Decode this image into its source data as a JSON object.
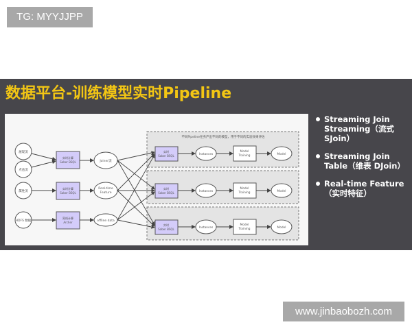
{
  "watermarks": {
    "top_left": "TG: MYYJJPP",
    "bottom_right": "www.jinbaobozh.com"
  },
  "slide": {
    "title": "数据平台-训练模型实时Pipeline",
    "title_color": "#f3c614",
    "background": "#47464b",
    "bullets": [
      "Streaming Join Streaming（流式SJoin）",
      "Streaming Join Table（维表 DJoin）",
      "Real-time Feature（实时特征）"
    ]
  },
  "diagram": {
    "sources": [
      {
        "label": "展现流"
      },
      {
        "label": "点击流"
      },
      {
        "label": "属性流"
      },
      {
        "label": "HDFS 数据"
      }
    ],
    "processors": [
      {
        "line1": "实时计算",
        "line2": "Saber BSQL"
      },
      {
        "line1": "实时计算",
        "line2": "Saber BSQL"
      },
      {
        "line1": "离线计算",
        "line2": "Archer"
      }
    ],
    "intermediates": [
      {
        "line1": "Joiner流",
        "line2": ""
      },
      {
        "line1": "Real-time",
        "line2": "Feature"
      },
      {
        "line1": "offline data",
        "line2": ""
      }
    ],
    "pipeline_note": "不同Pipeline任务产出不同的模型，用于不同的实验效果评估",
    "pipelines": [
      {
        "proc_line1": "实时",
        "proc_line2": "Saber BSQL",
        "instances": "Instances",
        "training_line1": "Model",
        "training_line2": "Training",
        "model": "Model"
      },
      {
        "proc_line1": "实时",
        "proc_line2": "Saber BSQL",
        "instances": "Instances",
        "training_line1": "Model",
        "training_line2": "Training",
        "model": "Model"
      },
      {
        "proc_line1": "实时",
        "proc_line2": "Saber BSQL",
        "instances": "Instances",
        "training_line1": "Model",
        "training_line2": "Training",
        "model": "Model"
      }
    ],
    "colors": {
      "processor_fill": "#d4ccfa",
      "processor_stroke": "#555555",
      "group_fill": "#e4e4e4",
      "line": "#444444"
    }
  }
}
